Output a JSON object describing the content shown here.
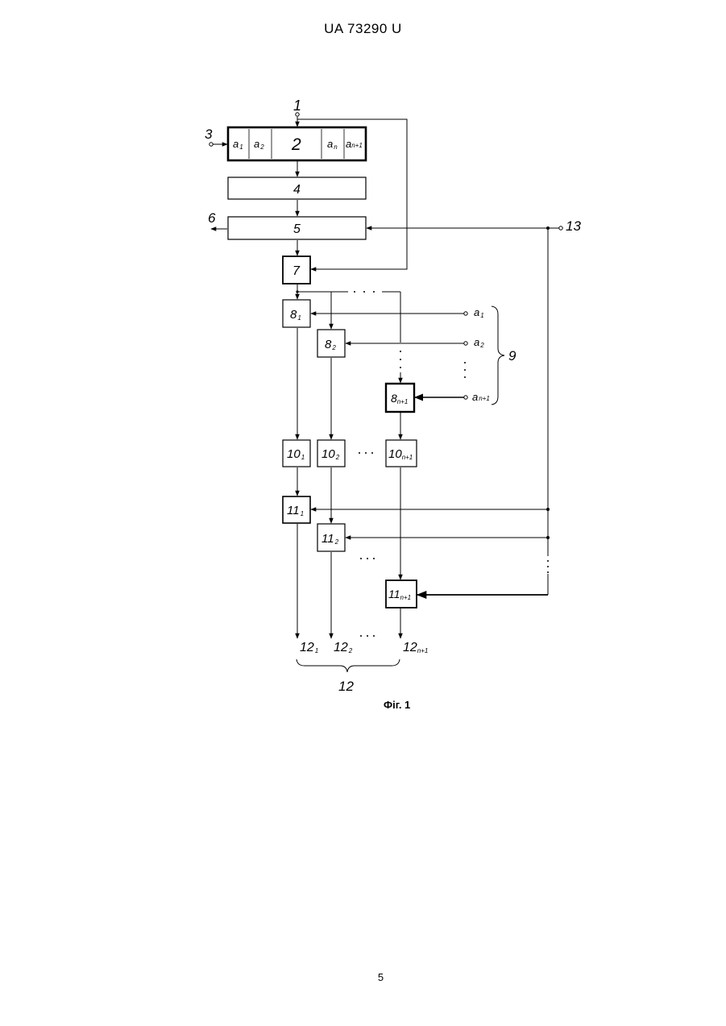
{
  "header": "UA   73290   U",
  "page_number": "5",
  "figure": {
    "caption": "Фіг. 1",
    "terminals": {
      "t1": "1",
      "t3": "3",
      "t6": "6",
      "t13": "13"
    },
    "register_block": {
      "label": "2",
      "cells": {
        "a1": {
          "base": "a",
          "sub": "1"
        },
        "a2": {
          "base": "a",
          "sub": "2"
        },
        "an": {
          "base": "a",
          "sub": "n"
        },
        "an1": {
          "base": "a",
          "sub": "n+1"
        }
      }
    },
    "blocks": {
      "b4": "4",
      "b5": "5",
      "b7": "7"
    },
    "blocks8": [
      {
        "base": "8",
        "sub": "1"
      },
      {
        "base": "8",
        "sub": "2"
      },
      {
        "base": "8",
        "sub": "n+1"
      }
    ],
    "inputs9": [
      {
        "base": "a",
        "sub": "1"
      },
      {
        "base": "a",
        "sub": "2"
      },
      {
        "base": "a",
        "sub": "n+1"
      }
    ],
    "group9_label": "9",
    "blocks10": [
      {
        "base": "10",
        "sub": "1"
      },
      {
        "base": "10",
        "sub": "2"
      },
      {
        "base": "10",
        "sub": "n+1"
      }
    ],
    "blocks11": [
      {
        "base": "11",
        "sub": "1"
      },
      {
        "base": "11",
        "sub": "2"
      },
      {
        "base": "11",
        "sub": "n+1"
      }
    ],
    "outputs12": [
      {
        "base": "12",
        "sub": "1"
      },
      {
        "base": "12",
        "sub": "2"
      },
      {
        "base": "12",
        "sub": "n+1"
      }
    ],
    "group12_label": "12"
  }
}
